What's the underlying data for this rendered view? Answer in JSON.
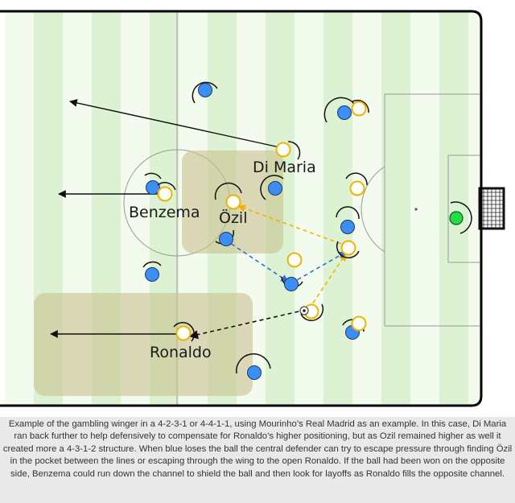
{
  "labels": {
    "di_maria": "Di Maria",
    "benzema": "Benzema",
    "ozil": "Özil",
    "ronaldo": "Ronaldo"
  },
  "caption": "Example of the gambling winger in a 4-2-3-1 or 4-4-1-1, using Mourinho’s Real Madrid as an example. In this case, Di Maria ran back further to help defensively to compensate for Ronaldo’s higher positioning, but as Ozil remained higher as well it created more a 4-3-1-2 structure. When blue loses the ball the central defender can try to escape pressure through finding Özil in the pocket between the lines or escaping through the wing to the open Ronaldo. If the ball had been won on the opposite side, Benzema could run down the channel to shield the ball and then look for layoffs as Ronaldo fills the opposite channel.",
  "colors": {
    "pitch_light": "#f3fbef",
    "pitch_stripe": "#dcf2d3",
    "zone": "#c9c28f",
    "blue_player": "#3d8ef2",
    "white_player_ring": "#f0b400",
    "goalkeeper": "#22dd44",
    "pass_yellow": "#f0b400",
    "pass_blue": "#2f6fd6",
    "pass_black": "#111111"
  }
}
